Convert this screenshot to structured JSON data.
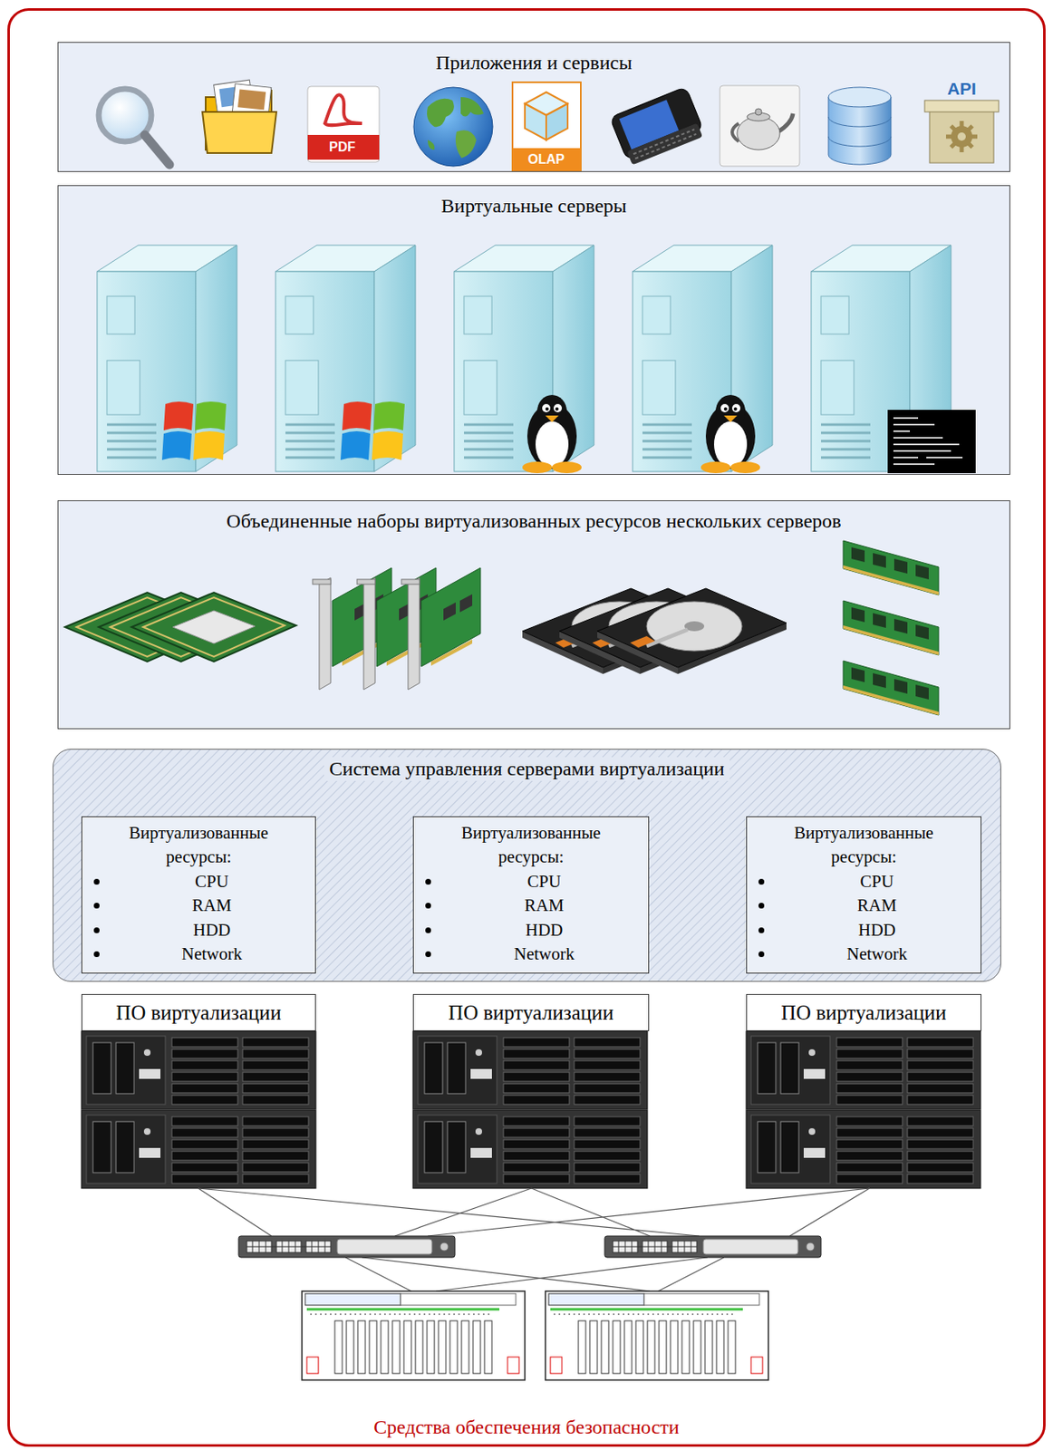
{
  "diagram": {
    "nodes": [
      {
        "text": [
          "Средства обеспечения безопасности"
        ]
      },
      {
        "text": [
          "Приложения и сервисы"
        ],
        "in": 0
      },
      {
        "text": [
          "Виртуальные серверы"
        ],
        "in": 0
      },
      {
        "text": [
          "Объединенные наборы виртуализованных ресурсов нескольких серверов"
        ],
        "in": 0
      },
      {
        "text": [
          "Система управления серверами виртуализации"
        ],
        "in": 0
      },
      {
        "text": [
          "Виртуализованные ресурсы:",
          "CPU",
          "RAM",
          "HDD",
          "Network"
        ],
        "in": 4
      },
      {
        "text": [
          "Виртуализованные ресурсы:",
          "CPU",
          "RAM",
          "HDD",
          "Network"
        ],
        "in": 4
      },
      {
        "text": [
          "Виртуализованные ресурсы:",
          "CPU",
          "RAM",
          "HDD",
          "Network"
        ],
        "in": 4
      },
      {
        "text": [
          "ПО виртуализации"
        ],
        "in": 0
      },
      {
        "text": [
          "ПО виртуализации"
        ],
        "in": 0
      },
      {
        "text": [
          "ПО виртуализации"
        ],
        "in": 0
      }
    ],
    "labels": [
      "PDF",
      "OLAP",
      "API"
    ]
  }
}
